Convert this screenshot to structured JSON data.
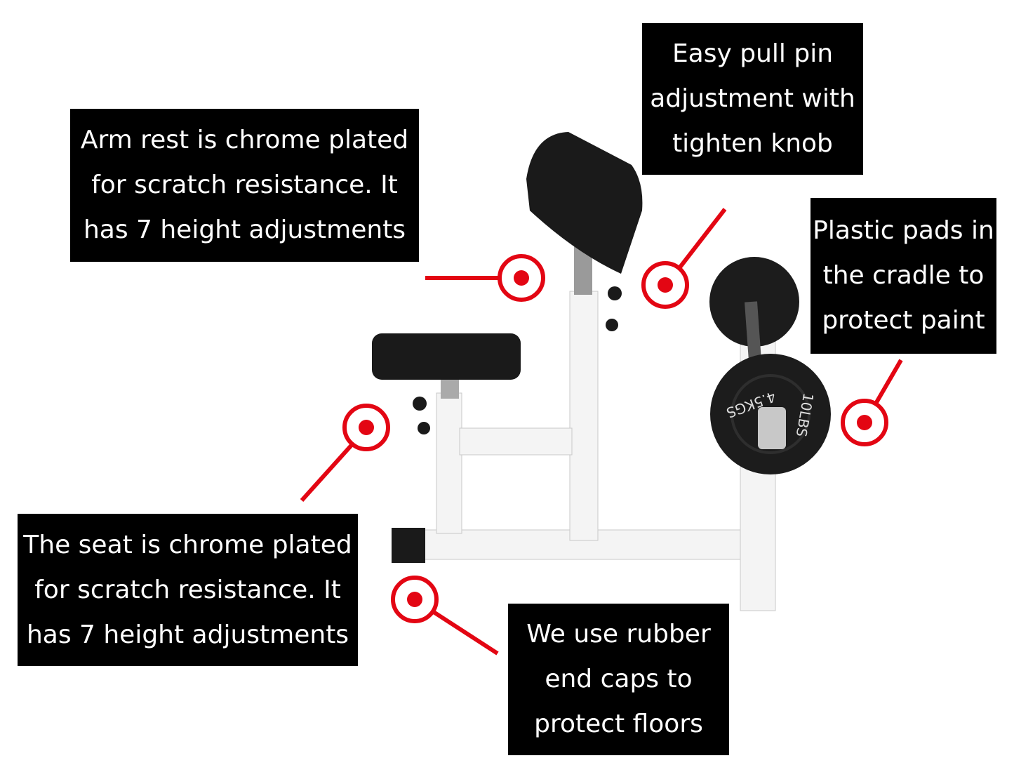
{
  "callouts": {
    "arm_rest": {
      "lines": [
        "Arm rest is chrome plated",
        "for scratch resistance. It",
        "has 7 height adjustments"
      ]
    },
    "pull_pin": {
      "lines": [
        "Easy pull pin",
        "adjustment with",
        "tighten knob"
      ]
    },
    "plastic_pads": {
      "lines": [
        "Plastic pads in",
        "the cradle to",
        "protect paint"
      ]
    },
    "seat": {
      "lines": [
        "The seat is chrome plated",
        "for scratch resistance. It",
        "has 7 height adjustments"
      ]
    },
    "end_caps": {
      "lines": [
        "We use rubber",
        "end caps to",
        "protect floors"
      ]
    }
  },
  "product": {
    "plate_weight_kg": "4.5KGS",
    "plate_weight_lb": "10LBS"
  },
  "colors": {
    "accent": "#e30613",
    "box": "#000000",
    "frame": "#f2f2f2",
    "pad": "#1a1a1a"
  }
}
